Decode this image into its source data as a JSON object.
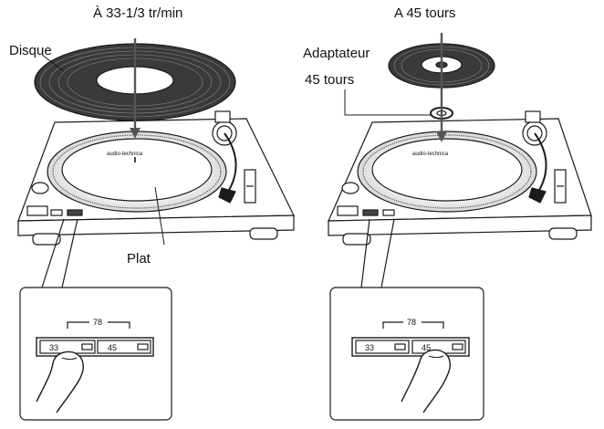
{
  "left": {
    "title": "À 33-1/3 tr/min",
    "record_label": "Disque",
    "platter_label": "Plat",
    "brand": "audio-technica",
    "group_label": "78",
    "btn_33": "33",
    "btn_45": "45",
    "pressed": "33"
  },
  "right": {
    "title": "A 45 tours",
    "adapter_label_line1": "Adaptateur",
    "adapter_label_line2": "45 tours",
    "brand": "audio-technica",
    "group_label": "78",
    "btn_33": "33",
    "btn_45": "45",
    "pressed": "45"
  },
  "colors": {
    "line": "#1a1a1a",
    "record": "#3a3a3a",
    "shade": "#9a9a9a",
    "arrow": "#555555"
  }
}
